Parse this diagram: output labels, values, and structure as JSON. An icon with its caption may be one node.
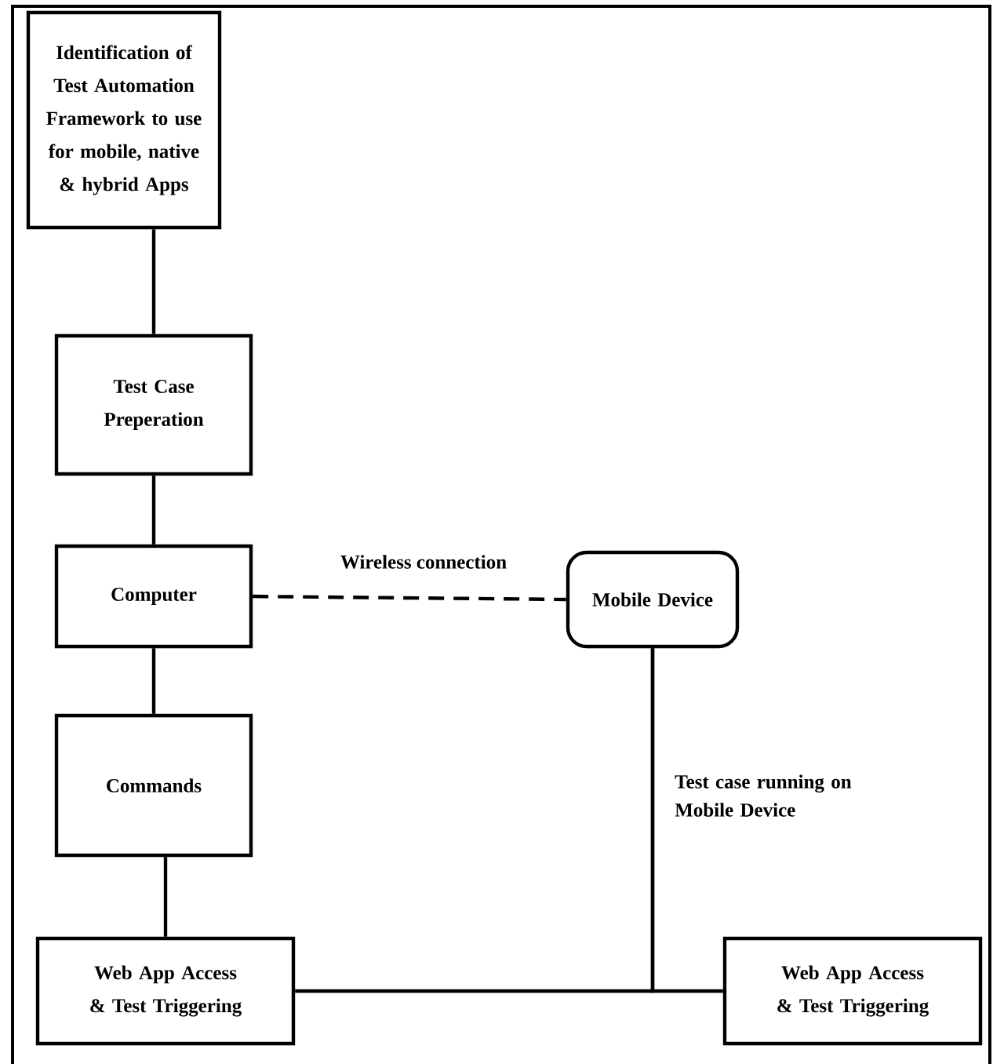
{
  "diagram": {
    "nodes": [
      {
        "text": [
          "Identification of Test Automation Framework to use for mobile, native & hybrid Apps"
        ]
      },
      {
        "text": [
          "Test Case Preperation"
        ]
      },
      {
        "text": [
          "Computer"
        ]
      },
      {
        "text": [
          "Mobile Device"
        ]
      },
      {
        "text": [
          "Commands"
        ]
      },
      {
        "text": [
          "Web App  Access & Test  Triggering"
        ]
      },
      {
        "text": [
          "Web App  Access & Test  Triggering"
        ]
      }
    ],
    "edges": [
      {
        "from": 0,
        "to": 1,
        "arrow": "none"
      },
      {
        "from": 1,
        "to": 2,
        "arrow": "none"
      },
      {
        "from": 2,
        "to": 3,
        "arrow": "none",
        "style": "dashed",
        "label": "Wireless connection"
      },
      {
        "from": 2,
        "to": 4,
        "arrow": "none"
      },
      {
        "from": 4,
        "to": 5,
        "arrow": "none"
      },
      {
        "from": 3,
        "to": 5,
        "arrow": "none",
        "label": "Test case running on Mobile Device"
      },
      {
        "from": 3,
        "to": 6,
        "arrow": "none"
      }
    ]
  }
}
